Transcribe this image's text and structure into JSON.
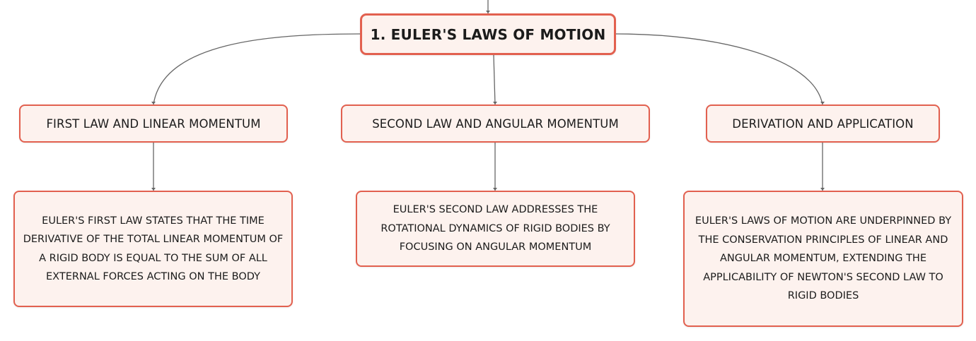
{
  "diagram": {
    "root": {
      "label": "1. EULER'S LAWS OF MOTION"
    },
    "branches": [
      {
        "label": "FIRST LAW AND LINEAR MOMENTUM",
        "detail": "EULER'S FIRST LAW STATES THAT THE TIME DERIVATIVE OF THE TOTAL LINEAR MOMENTUM OF A RIGID BODY IS EQUAL TO THE SUM OF ALL EXTERNAL FORCES ACTING ON THE BODY"
      },
      {
        "label": "SECOND LAW AND ANGULAR MOMENTUM",
        "detail": "EULER'S SECOND LAW ADDRESSES THE ROTATIONAL DYNAMICS OF RIGID BODIES BY FOCUSING ON ANGULAR MOMENTUM"
      },
      {
        "label": "DERIVATION AND APPLICATION",
        "detail": "EULER'S LAWS OF MOTION ARE UNDERPINNED BY THE CONSERVATION PRINCIPLES OF LINEAR AND ANGULAR MOMENTUM, EXTENDING THE APPLICABILITY OF NEWTON'S SECOND LAW TO RIGID BODIES"
      }
    ]
  },
  "colors": {
    "node_border": "#e2604f",
    "node_fill": "#fdf2ee",
    "connector": "#666666",
    "text": "#1b1b1b"
  }
}
